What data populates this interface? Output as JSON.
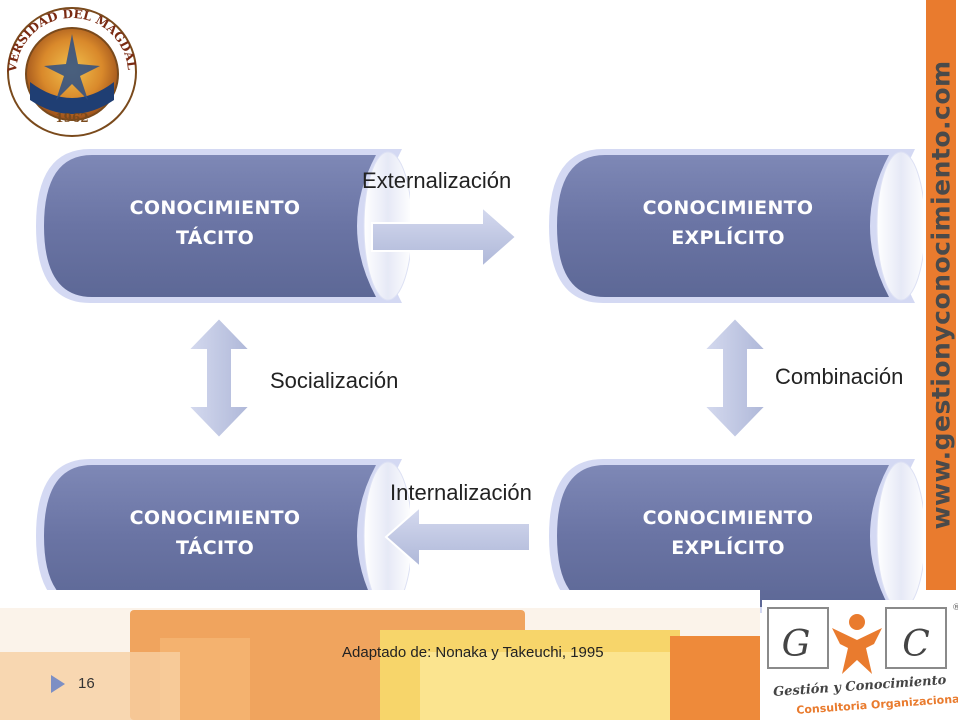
{
  "side_bar": {
    "url_text": "www.gestionyconocimiento.com"
  },
  "logo": {
    "university_text": "UNIVERSIDAD DEL MAGDALENA",
    "year": "1962"
  },
  "tabs": [
    {
      "line1": "CONOCIMIENTO",
      "line2": "TÁCITO"
    },
    {
      "line1": "CONOCIMIENTO",
      "line2": "EXPLÍCITO"
    },
    {
      "line1": "CONOCIMIENTO",
      "line2": "TÁCITO"
    },
    {
      "line1": "CONOCIMIENTO",
      "line2": "EXPLÍCITO"
    }
  ],
  "processes": {
    "externalizacion": "Externalización",
    "socializacion": "Socialización",
    "combinacion": "Combinación",
    "internalizacion": "Internalización"
  },
  "footer": {
    "caption": "Adaptado de: Nonaka y Takeuchi, 1995",
    "page_number": "16"
  },
  "gc_logo": {
    "letter_g": "G",
    "letter_c": "C",
    "name": "Gestión y Conocimiento",
    "tagline": "Consultoria Organizacional",
    "registered": "®"
  },
  "colors": {
    "tab_fill": "#6b76a6",
    "tab_glow": "#c7cef0",
    "arrow_fill": "#c3cbe6",
    "orange": "#e97b2e"
  }
}
